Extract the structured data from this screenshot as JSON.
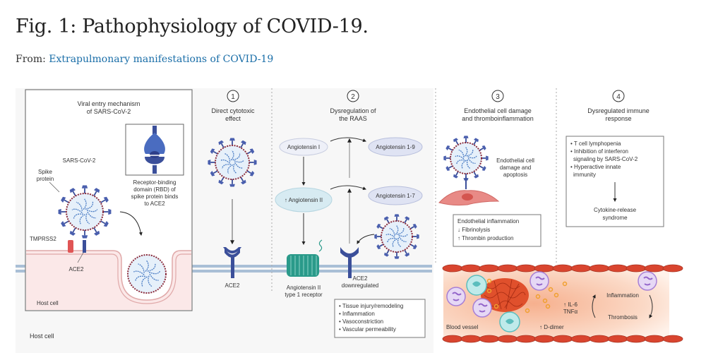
{
  "figure": {
    "title": "Fig. 1: Pathophysiology of COVID-19.",
    "source_prefix": "From:",
    "source_link": "Extrapulmonary manifestations of COVID-19"
  },
  "colors": {
    "virus_blue": "#3b4f9a",
    "spike_red": "#8b2c3c",
    "membrane_blue": "#a9bfd6",
    "host_cell_pink": "#fbe8e8",
    "vessel_red": "#d9452f",
    "receptor_green": "#2a9a8a",
    "link_blue": "#1a6ea8"
  },
  "panel_entry": {
    "title_line1": "Viral entry mechanism",
    "title_line2": "of SARS-CoV-2",
    "virus_label": "SARS-CoV-2",
    "spike_label_line1": "Spike",
    "spike_label_line2": "protein",
    "rbd_line1": "Receptor-binding",
    "rbd_line2": "domain (RBD) of",
    "rbd_line3": "spike protein binds",
    "rbd_line4": "to ACE2",
    "tmprss2_label": "TMPRSS2",
    "ace2_label": "ACE2",
    "host_cell_label": "Host cell"
  },
  "host_cell_outer_label": "Host cell",
  "panel_1": {
    "number": "1",
    "title_line1": "Direct cytotoxic",
    "title_line2": "effect",
    "ace2_label": "ACE2"
  },
  "panel_2": {
    "number": "2",
    "title_line1": "Dysregulation of",
    "title_line2": "the RAAS",
    "ang1": "Angiotensin I",
    "ang2": "↑ Angiotensin II",
    "ang19": "Angiotensin 1-9",
    "ang17": "Angiotensin 1-7",
    "at1r_line1": "Angiotensin II",
    "at1r_line2": "type 1 receptor",
    "ace2_line1": "ACE2",
    "ace2_line2": "downregulated",
    "effects": [
      "• Tissue injury/remodeling",
      "• Inflammation",
      "• Vasoconstriction",
      "• Vascular permeability"
    ]
  },
  "panel_3": {
    "number": "3",
    "title_line1": "Endothelial cell damage",
    "title_line2": "and thromboinflammation",
    "damage_line1": "Endothelial cell",
    "damage_line2": "damage and",
    "damage_line3": "apoptosis",
    "effects": [
      "Endothelial inflammation",
      "↓ Fibrinolysis",
      "↑ Thrombin production"
    ],
    "blood_vessel_label": "Blood vessel",
    "il6_line1": "↑ IL-6",
    "il6_line2": "TNFα",
    "ddimer_label": "↑ D-dimer",
    "cycle_top": "Inflammation",
    "cycle_bottom": "Thrombosis"
  },
  "panel_4": {
    "number": "4",
    "title_line1": "Dysregulated immune",
    "title_line2": "response",
    "items": [
      "• T cell lymphopenia",
      "• Inhibition of interferon",
      "  signaling by SARS-CoV-2",
      "• Hyperactive innate",
      "  immunity"
    ],
    "outcome_line1": "Cytokine-release",
    "outcome_line2": "syndrome"
  }
}
